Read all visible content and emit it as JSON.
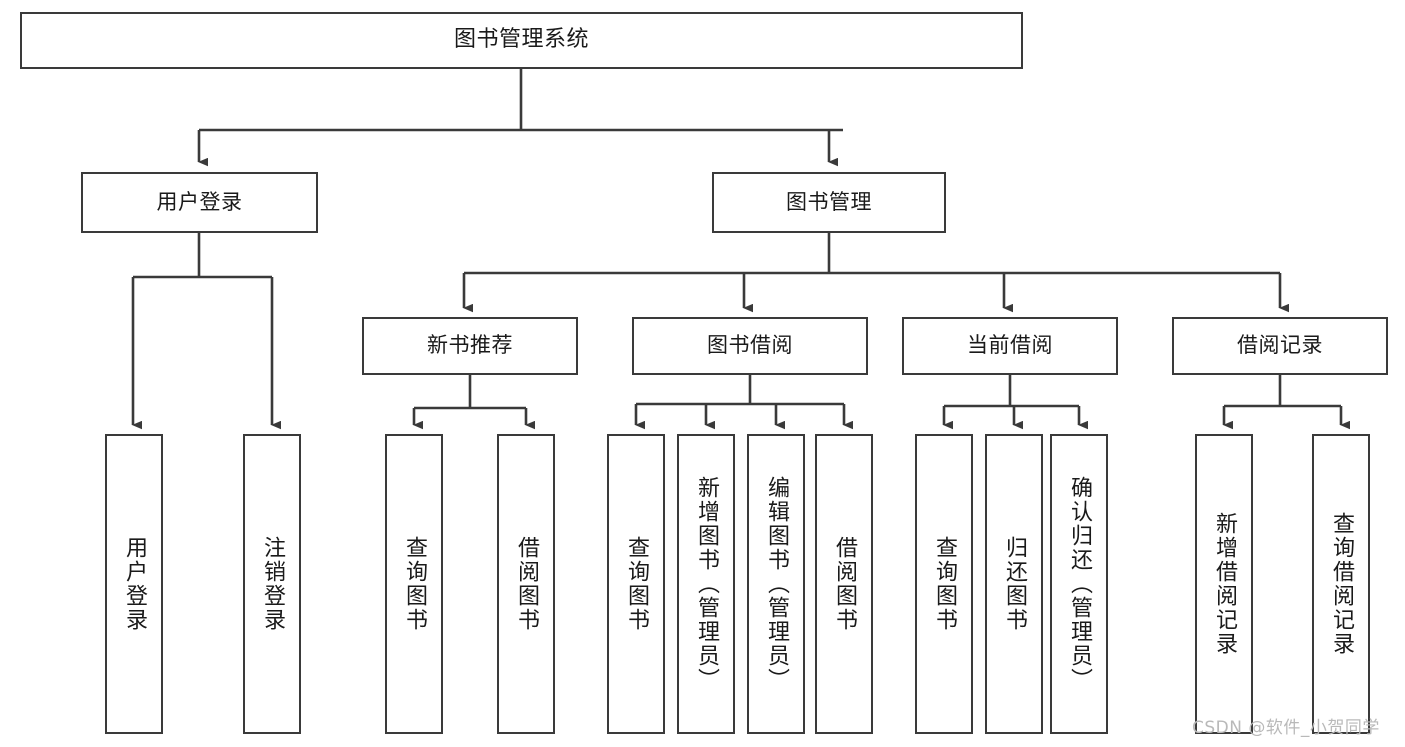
{
  "diagram": {
    "title": "图书管理系统",
    "type": "功能结构图",
    "root": {
      "id": "root",
      "label": "图书管理系统"
    },
    "level1": [
      {
        "id": "user-login",
        "label": "用户登录"
      },
      {
        "id": "book-manage",
        "label": "图书管理"
      }
    ],
    "level2": [
      {
        "id": "new-book-recommend",
        "label": "新书推荐"
      },
      {
        "id": "book-borrow",
        "label": "图书借阅"
      },
      {
        "id": "current-borrow",
        "label": "当前借阅"
      },
      {
        "id": "borrow-record",
        "label": "借阅记录"
      }
    ],
    "leaves": {
      "user_login": [
        {
          "id": "leaf-user-login",
          "label": "用户登录"
        },
        {
          "id": "leaf-logout-login",
          "label": "注销登录"
        }
      ],
      "new_book_recommend": [
        {
          "id": "leaf-query-book-1",
          "label": "查询图书"
        },
        {
          "id": "leaf-borrow-book-1",
          "label": "借阅图书"
        }
      ],
      "book_borrow": [
        {
          "id": "leaf-query-book-2",
          "label": "查询图书"
        },
        {
          "id": "leaf-add-book",
          "label": "新增图书（管理员）"
        },
        {
          "id": "leaf-edit-book",
          "label": "编辑图书（管理员）"
        },
        {
          "id": "leaf-borrow-book-2",
          "label": "借阅图书"
        }
      ],
      "current_borrow": [
        {
          "id": "leaf-query-book-3",
          "label": "查询图书"
        },
        {
          "id": "leaf-return-book",
          "label": "归还图书"
        },
        {
          "id": "leaf-confirm-return",
          "label": "确认归还（管理员）"
        }
      ],
      "borrow_record": [
        {
          "id": "leaf-add-record",
          "label": "新增借阅记录"
        },
        {
          "id": "leaf-query-record",
          "label": "查询借阅记录"
        }
      ]
    },
    "colors": {
      "border": "#3a3a3a",
      "edge": "#3a3a3a",
      "background": "#ffffff",
      "text": "#1a1a1a",
      "watermark": "#b9b9b9"
    }
  },
  "watermark": {
    "text": "CSDN @软件_小贺同学"
  }
}
